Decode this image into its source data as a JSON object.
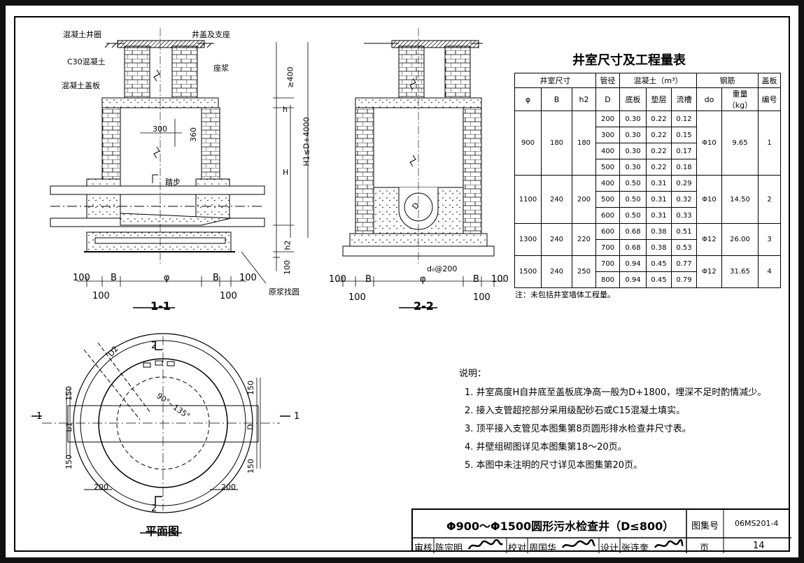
{
  "callouts": {
    "concrete_ring": "混凝土井圈",
    "cover_seat": "井盖及支座",
    "c30": "C30混凝土",
    "mortar": "座浆",
    "cover_slab": "混凝土盖板",
    "step": "踏步",
    "mortar_wrap": "原浆找圆"
  },
  "dims_1": {
    "d300": "300",
    "d360": "360",
    "d400": "≥400",
    "h": "h",
    "H": "H",
    "H1": "H1≤D+4000",
    "h2": "h2",
    "d100v": "100",
    "b100a": "100",
    "bB1": "B",
    "bphi": "φ",
    "bB2": "B",
    "b100b": "100",
    "b100c": "100",
    "b100d": "100"
  },
  "dims_2": {
    "D": "D",
    "do200": "d₀@200",
    "b100a": "100",
    "bB1": "B",
    "bphi": "φ",
    "bB2": "B",
    "b100b": "100",
    "b100c": "100",
    "b100d": "100"
  },
  "section_labels": {
    "s11": "1-1",
    "s22": "2-2",
    "plan": "平面图"
  },
  "plan_dims": {
    "D2": "D2",
    "angle": "90°~135°",
    "d150a": "150",
    "d150b": "150",
    "d150c": "150",
    "d150d": "150",
    "b1": "b1",
    "D": "D",
    "d200a": "200",
    "d200b": "200",
    "cut1": "1",
    "cut1r": "1",
    "cut2t": "2",
    "cut2b": "2"
  },
  "table": {
    "title": "井室尺寸及工程量表",
    "h_size": "井室尺寸",
    "h_pipe": "管径",
    "h_concrete": "混凝土（m³）",
    "h_rebar": "钢筋",
    "h_cover": "盖板",
    "sub": [
      "φ",
      "B",
      "h2",
      "D",
      "底板",
      "垫层",
      "流槽",
      "do",
      "重量（kg）",
      "编号"
    ],
    "groups": [
      {
        "phi": "900",
        "B": "180",
        "h2": "180",
        "do": "Φ10",
        "wt": "9.65",
        "no": "1",
        "rows": [
          [
            "200",
            "0.30",
            "0.22",
            "0.12"
          ],
          [
            "300",
            "0.30",
            "0.22",
            "0.15"
          ],
          [
            "400",
            "0.30",
            "0.22",
            "0.17"
          ],
          [
            "500",
            "0.30",
            "0.22",
            "0.18"
          ]
        ]
      },
      {
        "phi": "1100",
        "B": "240",
        "h2": "200",
        "do": "Φ10",
        "wt": "14.50",
        "no": "2",
        "rows": [
          [
            "400",
            "0.50",
            "0.31",
            "0.29"
          ],
          [
            "500",
            "0.50",
            "0.31",
            "0.32"
          ],
          [
            "600",
            "0.50",
            "0.31",
            "0.33"
          ]
        ]
      },
      {
        "phi": "1300",
        "B": "240",
        "h2": "220",
        "do": "Φ12",
        "wt": "26.00",
        "no": "3",
        "rows": [
          [
            "600",
            "0.68",
            "0.38",
            "0.51"
          ],
          [
            "700",
            "0.68",
            "0.38",
            "0.53"
          ]
        ]
      },
      {
        "phi": "1500",
        "B": "240",
        "h2": "250",
        "do": "Φ12",
        "wt": "31.65",
        "no": "4",
        "rows": [
          [
            "700",
            "0.94",
            "0.45",
            "0.77"
          ],
          [
            "800",
            "0.94",
            "0.45",
            "0.79"
          ]
        ]
      }
    ],
    "note": "注：未包括井室墙体工程量。"
  },
  "notes": {
    "head": "说明：",
    "items": [
      "1.  井室高度H自井底至盖板底净高一般为D+1800，埋深不足时酌情减少。",
      "2.  接入支管超挖部分采用级配砂石或C15混凝土填实。",
      "3.  顶平接入支管见本图集第8页圆形排水检查井尺寸表。",
      "4.  井壁组砌图详见本图集第18～20页。",
      "5.  本图中未注明的尺寸详见本图集第20页。"
    ]
  },
  "titleblock": {
    "title": "Φ900～Φ1500圆形污水检查井（D≤800）",
    "atlas_label": "图集号",
    "atlas_no": "06MS201-4",
    "review": "审核",
    "reviewer": "陈宗明",
    "check": "校对",
    "checker": "周国华",
    "design": "设计",
    "designer": "张连奎",
    "page_label": "页",
    "page_no": "14"
  }
}
